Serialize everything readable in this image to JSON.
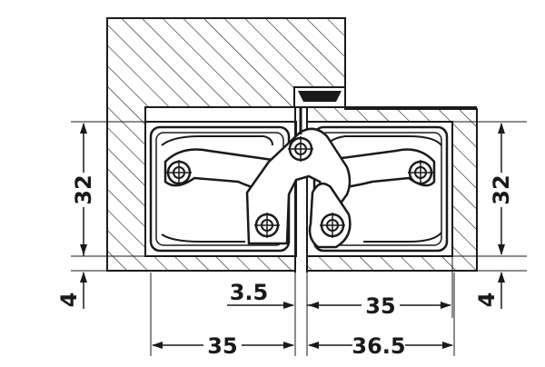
{
  "colors": {
    "ink": "#1a1a1a",
    "paper": "#ffffff"
  },
  "dimensions": {
    "left_height": "32",
    "right_height": "32",
    "left_offset": "4",
    "right_offset": "4",
    "gap": "3.5",
    "right_depth_upper": "35",
    "left_depth": "35",
    "right_depth_lower": "36.5"
  }
}
